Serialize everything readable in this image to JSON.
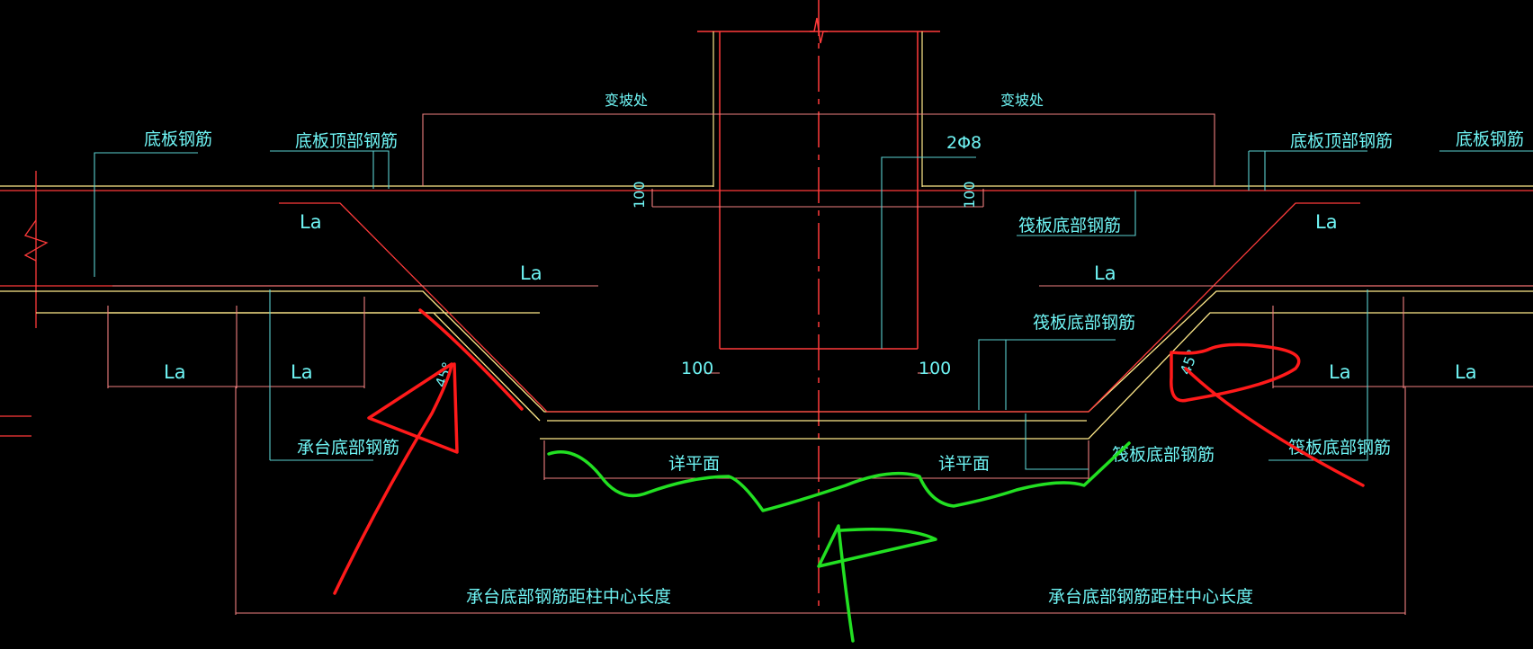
{
  "colors": {
    "background": "#000000",
    "rebar": "#ffe98a",
    "outline": "#ff3b3b",
    "dimension": "#f08080",
    "leader": "#5ad0d0",
    "text": "#6ff4f4",
    "markup_red": "#ff1a1a",
    "markup_green": "#22e022"
  },
  "labels": {
    "change_left": "变坡处",
    "change_right": "变坡处",
    "slab_rebar_left": "底板钢筋",
    "slab_top_rebar_left": "底板顶部钢筋",
    "slab_top_rebar_right": "底板顶部钢筋",
    "slab_rebar_right": "底板钢筋",
    "stirrup": "2Φ8",
    "raft_bottom_rebar_1": "筏板底部钢筋",
    "raft_bottom_rebar_2": "筏板底部钢筋",
    "raft_bottom_rebar_3": "筏板底部钢筋",
    "raft_bottom_rebar_4": "筏板底部钢筋",
    "cap_bottom_rebar": "承台底部钢筋",
    "detail_left": "详平面",
    "detail_right": "详平面",
    "cap_len_left": "承台底部钢筋距柱中心长度",
    "cap_len_right": "承台底部钢筋距柱中心长度",
    "la": "La",
    "dim_100": "100",
    "dim_100_vertical": "100",
    "angle": "45°"
  }
}
